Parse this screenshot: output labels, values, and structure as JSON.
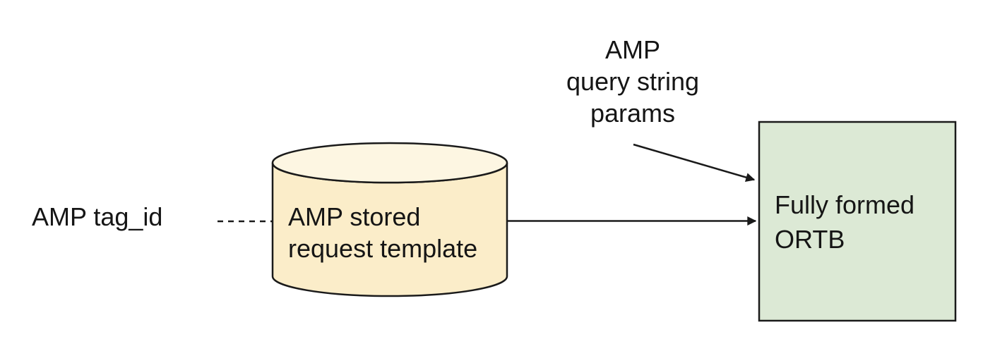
{
  "diagram": {
    "background": "#FFFFFF",
    "stroke_color": "#1A1A1A",
    "text_color": "#151515",
    "nodes": [
      {
        "id": "amp-tag-id",
        "type": "text",
        "text": "AMP tag_id"
      },
      {
        "id": "stored-request-db",
        "type": "cylinder",
        "lines": [
          "AMP stored",
          "request template"
        ],
        "fill": "#FBEDC9",
        "top_fill": "#FDF6E2"
      },
      {
        "id": "query-string-params",
        "type": "text",
        "lines": [
          "AMP",
          "query string",
          "params"
        ]
      },
      {
        "id": "ortb-box",
        "type": "rectangle",
        "lines": [
          "Fully formed",
          "ORTB"
        ],
        "fill": "#DCE9D5"
      }
    ],
    "connectors": [
      {
        "from": "amp-tag-id",
        "to": "stored-request-db",
        "style": "dashed",
        "arrowhead": false
      },
      {
        "from": "stored-request-db",
        "to": "ortb-box",
        "style": "solid",
        "arrowhead": true
      },
      {
        "from": "query-string-params",
        "to": "ortb-box",
        "style": "solid",
        "arrowhead": true
      }
    ]
  }
}
